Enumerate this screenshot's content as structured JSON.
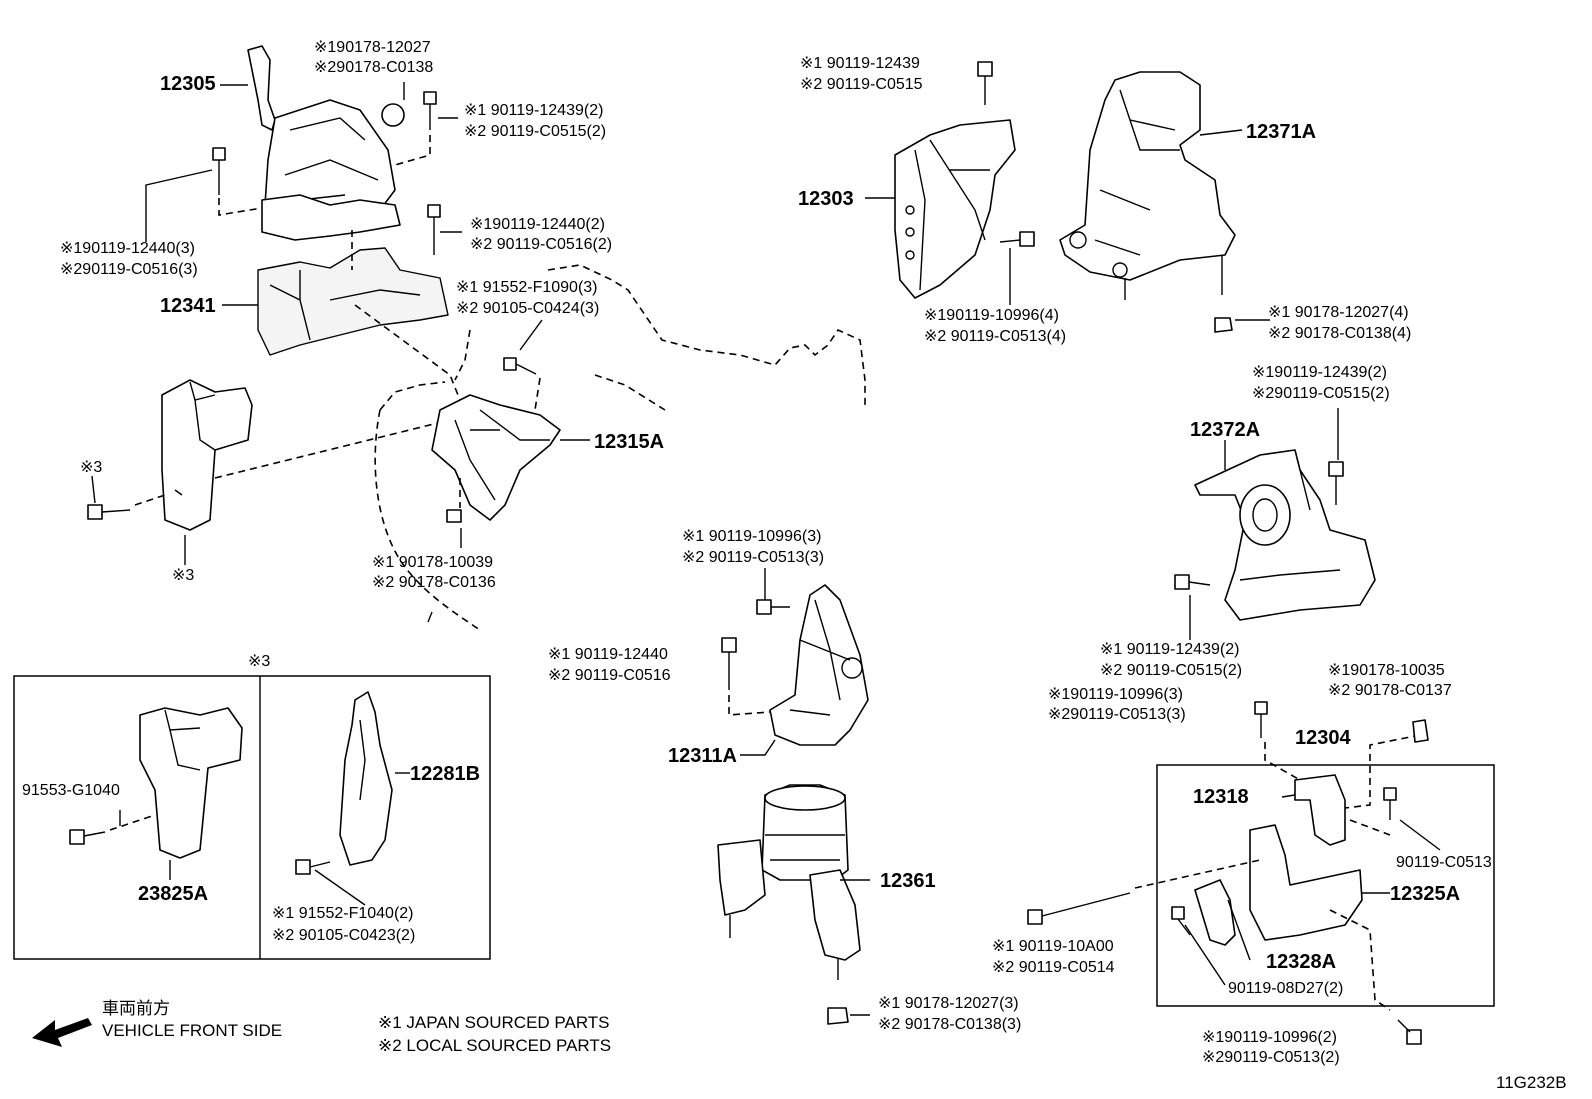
{
  "parts": {
    "p12305": "12305",
    "p12341": "12341",
    "p12315A": "12315A",
    "p12303": "12303",
    "p12371A": "12371A",
    "p12372A": "12372A",
    "p12311A": "12311A",
    "p12361": "12361",
    "p12304": "12304",
    "p12318": "12318",
    "p12325A": "12325A",
    "p12328A": "12328A",
    "p23825A": "23825A",
    "p12281B": "12281B"
  },
  "refs": {
    "r1a": "※190178-12027",
    "r1b": "※290178-C0138",
    "r2a": "※1 90119-12439(2)",
    "r2b": "※2 90119-C0515(2)",
    "r3a": "※190119-12440(3)",
    "r3b": "※290119-C0516(3)",
    "r4a": "※190119-12440(2)",
    "r4b": "※2 90119-C0516(2)",
    "r5a": "※1 91552-F1090(3)",
    "r5b": "※2 90105-C0424(3)",
    "r6": "※3",
    "r6b": "※3",
    "r7a": "※1 90178-10039",
    "r7b": "※2 90178-C0136",
    "r8a": "※1 90119-12439",
    "r8b": "※2 90119-C0515",
    "r9a": "※190119-10996(4)",
    "r9b": "※2 90119-C0513(4)",
    "r10a": "※1 90178-12027(4)",
    "r10b": "※2 90178-C0138(4)",
    "r11a": "※190119-12439(2)",
    "r11b": "※290119-C0515(2)",
    "r12a": "※1 90119-10996(3)",
    "r12b": "※2 90119-C0513(3)",
    "r13a": "※1 90119-12440",
    "r13b": "※2 90119-C0516",
    "r14a": "※1 90119-12439(2)",
    "r14b": "※2 90119-C0515(2)",
    "r15a": "※190119-10996(3)",
    "r15b": "※290119-C0513(3)",
    "r16a": "※190178-10035",
    "r16b": "※2 90178-C0137",
    "r17": "90119-C0513",
    "r18a": "※1 90119-10A00",
    "r18b": "※2 90119-C0514",
    "r19": "90119-08D27(2)",
    "r20a": "※190119-10996(2)",
    "r20b": "※290119-C0513(2)",
    "r21a": "※1 90178-12027(3)",
    "r21b": "※2 90178-C0138(3)",
    "r22": "91553-G1040",
    "r23a": "※1 91552-F1040(2)",
    "r23b": "※2 90105-C0423(2)",
    "inset_title": "※3"
  },
  "notes": {
    "front_jp": "車両前方",
    "front_en": "VEHICLE FRONT SIDE",
    "legend1": "※1 JAPAN SOURCED PARTS",
    "legend2": "※2 LOCAL SOURCED PARTS",
    "code": "11G232B"
  }
}
